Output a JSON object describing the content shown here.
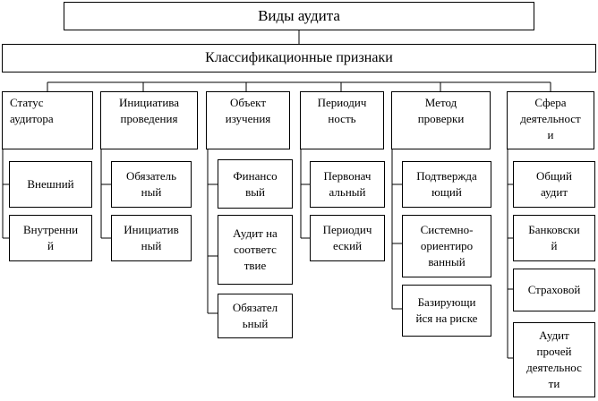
{
  "title": "Виды аудита",
  "classification": "Классификационные признаки",
  "categories": [
    {
      "label": "Статус\nаудитора",
      "items": [
        "Внешний",
        "Внутренни\nй"
      ]
    },
    {
      "label": "Инициатива\nпроведения",
      "items": [
        "Обязатель\nный",
        "Инициатив\nный"
      ]
    },
    {
      "label": "Объект\nизучения",
      "items": [
        "Финансо\nвый",
        "Аудит на\nсоответс\nтвие",
        "Обязател\nьный"
      ]
    },
    {
      "label": "Периодич\nность",
      "items": [
        "Первонач\nальный",
        "Периодич\nеский"
      ]
    },
    {
      "label": "Метод\nпроверки",
      "items": [
        "Подтвержда\nющий",
        "Системно-\nориентиро\nванный",
        "Базирующи\nйся на риске"
      ]
    },
    {
      "label": "Сфера\nдеятельност\nи",
      "items": [
        "Общий\nаудит",
        "Банковски\nй",
        "Страховой",
        "Аудит\nпрочей\nдеятельнос\nти"
      ]
    }
  ]
}
